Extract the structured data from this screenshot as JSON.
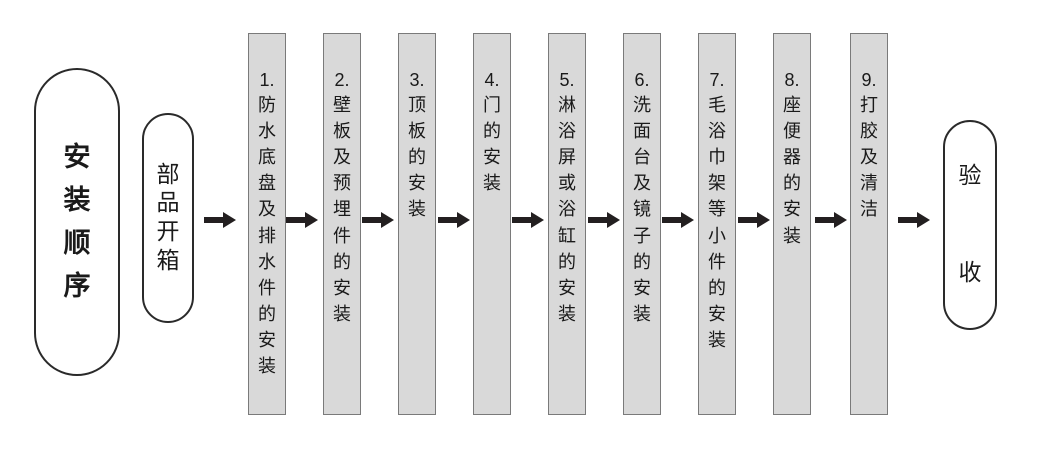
{
  "title": "安装顺序",
  "start": "部品开箱",
  "end": "验收",
  "steps": [
    {
      "num": "1.",
      "text": "防水底盘及排水件的安装"
    },
    {
      "num": "2.",
      "text": "壁板及预埋件的安装"
    },
    {
      "num": "3.",
      "text": "顶板的安装"
    },
    {
      "num": "4.",
      "text": "门的安装"
    },
    {
      "num": "5.",
      "text": "淋浴屏或浴缸的安装"
    },
    {
      "num": "6.",
      "text": "洗面台及镜子的安装"
    },
    {
      "num": "7.",
      "text": "毛浴巾架等小件的安装"
    },
    {
      "num": "8.",
      "text": "座便器的安装"
    },
    {
      "num": "9.",
      "text": "打胶及清洁"
    }
  ],
  "colors": {
    "step_fill": "#d9d9d9",
    "step_border": "#7a7a7a",
    "arrow": "#231f20",
    "outline": "#2a2a2a"
  }
}
